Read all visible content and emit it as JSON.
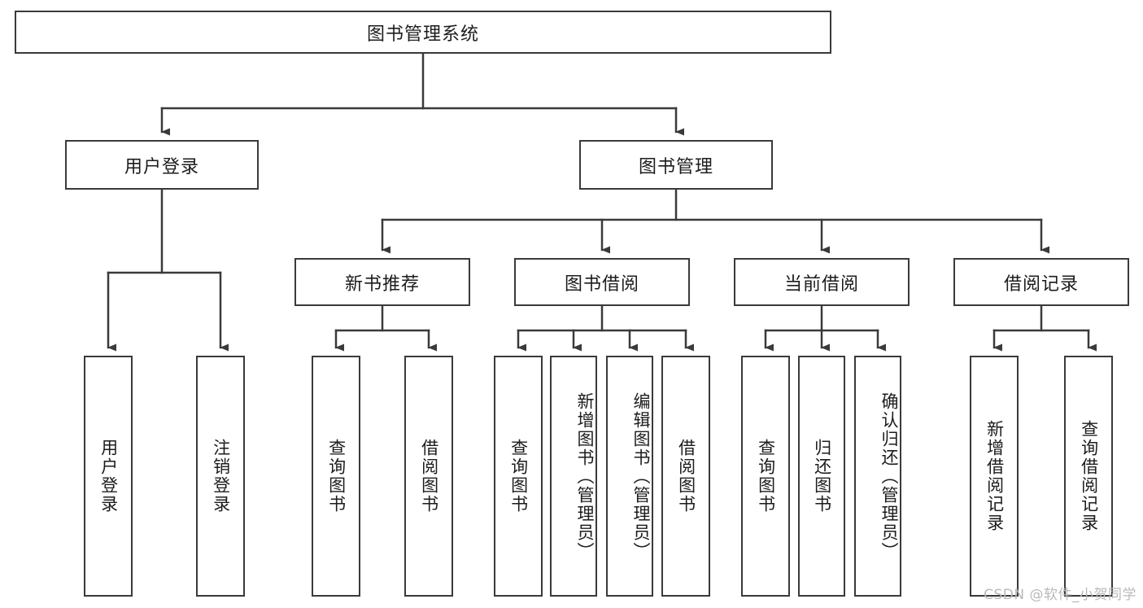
{
  "diagram": {
    "type": "tree-hierarchy-diagram",
    "title": "图书管理系统",
    "colors": {
      "border": "#3a3a3a",
      "text": "#1c1c1c",
      "background": "#ffffff",
      "watermark": "#b9b9b9"
    },
    "root": {
      "id": "root",
      "label": "图书管理系统"
    },
    "level2": [
      {
        "id": "user-login",
        "label": "用户登录"
      },
      {
        "id": "book-manage",
        "label": "图书管理"
      }
    ],
    "level3": [
      {
        "id": "new-book-recommend",
        "label": "新书推荐",
        "parent": "book-manage"
      },
      {
        "id": "book-borrow",
        "label": "图书借阅",
        "parent": "book-manage"
      },
      {
        "id": "current-borrow",
        "label": "当前借阅",
        "parent": "book-manage"
      },
      {
        "id": "borrow-record",
        "label": "借阅记录",
        "parent": "book-manage"
      }
    ],
    "leaves": [
      {
        "id": "leaf-user-login",
        "label": "用户登录",
        "parent": "user-login",
        "align": "center"
      },
      {
        "id": "leaf-user-logout",
        "label": "注销登录",
        "parent": "user-login",
        "align": "center"
      },
      {
        "id": "leaf-query-book-1",
        "label": "查询图书",
        "parent": "new-book-recommend",
        "align": "center"
      },
      {
        "id": "leaf-borrow-book-1",
        "label": "借阅图书",
        "parent": "new-book-recommend",
        "align": "center"
      },
      {
        "id": "leaf-query-book-2",
        "label": "查询图书",
        "parent": "book-borrow",
        "align": "center"
      },
      {
        "id": "leaf-add-book",
        "label": "新增图书（管理员）",
        "parent": "book-borrow",
        "align": "top"
      },
      {
        "id": "leaf-edit-book",
        "label": "编辑图书（管理员）",
        "parent": "book-borrow",
        "align": "top"
      },
      {
        "id": "leaf-borrow-book-2",
        "label": "借阅图书",
        "parent": "book-borrow",
        "align": "center"
      },
      {
        "id": "leaf-query-book-3",
        "label": "查询图书",
        "parent": "current-borrow",
        "align": "center"
      },
      {
        "id": "leaf-return-book",
        "label": "归还图书",
        "parent": "current-borrow",
        "align": "center"
      },
      {
        "id": "leaf-confirm-return",
        "label": "确认归还（管理员）",
        "parent": "current-borrow",
        "align": "top"
      },
      {
        "id": "leaf-add-record",
        "label": "新增借阅记录",
        "parent": "borrow-record",
        "align": "center"
      },
      {
        "id": "leaf-query-record",
        "label": "查询借阅记录",
        "parent": "borrow-record",
        "align": "center"
      }
    ],
    "watermark": "CSDN @软件_小贺同学"
  }
}
